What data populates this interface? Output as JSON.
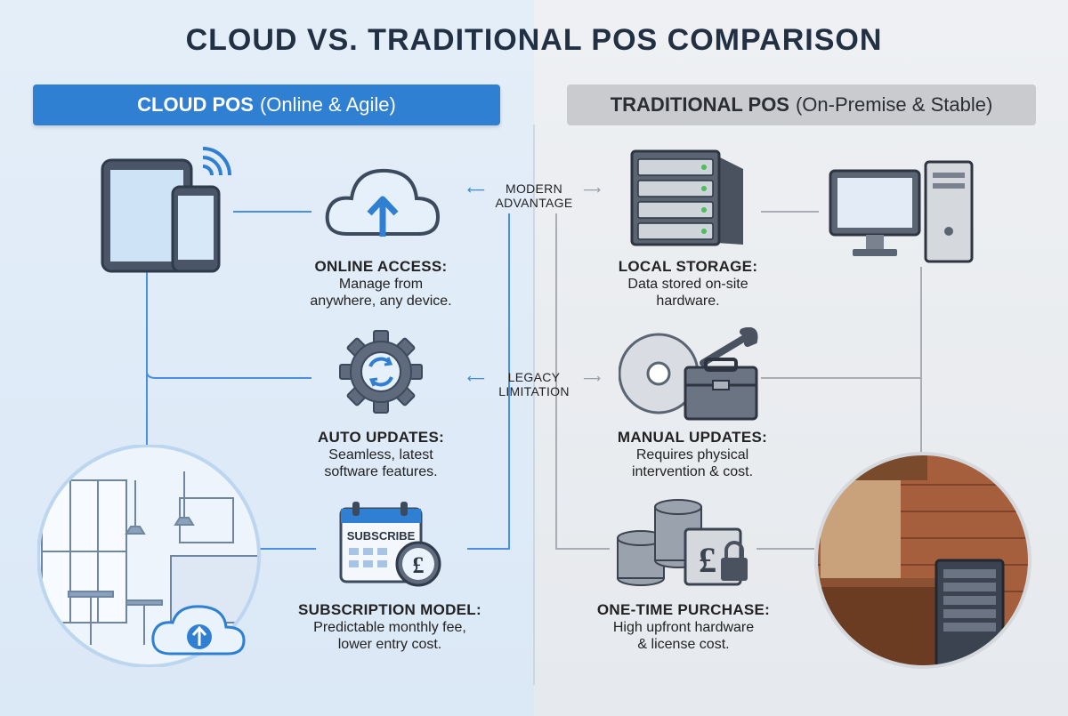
{
  "title": "CLOUD VS. TRADITIONAL POS COMPARISON",
  "cloud_header": {
    "bold": "CLOUD POS",
    "sub": "(Online & Agile)"
  },
  "trad_header": {
    "bold": "TRADITIONAL POS",
    "sub": "(On-Premise & Stable)"
  },
  "middle": {
    "top": {
      "line1": "MODERN",
      "line2": "ADVANTAGE"
    },
    "bottom": {
      "line1": "LEGACY",
      "line2": "LIMITATION"
    }
  },
  "cloud_features": [
    {
      "heading": "ONLINE ACCESS:",
      "line1": "Manage from",
      "line2": "anywhere, any device."
    },
    {
      "heading": "AUTO UPDATES:",
      "line1": "Seamless, latest",
      "line2": "software features."
    },
    {
      "heading": "SUBSCRIPTION MODEL:",
      "line1": "Predictable monthly fee,",
      "line2": "lower entry cost."
    }
  ],
  "trad_features": [
    {
      "heading": "LOCAL STORAGE:",
      "line1": "Data stored on-site",
      "line2": "hardware."
    },
    {
      "heading": "MANUAL UPDATES:",
      "line1": "Requires physical",
      "line2": "intervention & cost."
    },
    {
      "heading": "ONE-TIME PURCHASE:",
      "line1": "High upfront hardware",
      "line2": "& license cost."
    }
  ],
  "calendar_label": "SUBSCRIBE",
  "currency_symbol": "£",
  "colors": {
    "cloud_blue": "#2f7fd3",
    "trad_gray": "#c9cbcf",
    "line_blue": "#4a90e2",
    "line_gray": "#a9adb3"
  }
}
